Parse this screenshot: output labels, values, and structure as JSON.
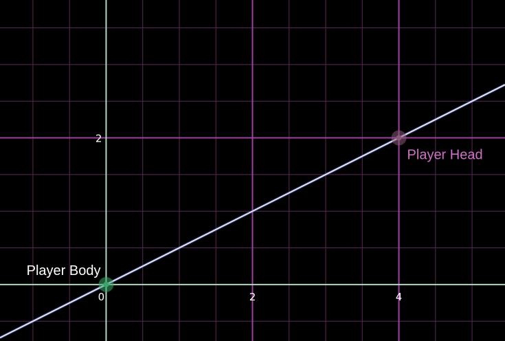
{
  "chart_data": {
    "type": "scatter",
    "title": "",
    "xlabel": "",
    "ylabel": "",
    "xlim": [
      -1.45,
      5.45
    ],
    "ylim": [
      -0.77,
      3.88
    ],
    "grid": true,
    "minor_grid_step": 0.5,
    "major_grid_step": 2,
    "x_ticks": [
      {
        "value": 0,
        "label": "0"
      },
      {
        "value": 2,
        "label": "2"
      },
      {
        "value": 4,
        "label": "4"
      }
    ],
    "y_ticks": [
      {
        "value": 2,
        "label": "2"
      }
    ],
    "series": [
      {
        "kind": "line",
        "through": [
          [
            0,
            0
          ],
          [
            4,
            2
          ]
        ],
        "color": "#e6e6ff"
      }
    ],
    "points": [
      {
        "x": 0,
        "y": 0,
        "label": "Player Body",
        "color": "#3aa66a",
        "label_color": "#ffffff",
        "label_side": "left"
      },
      {
        "x": 4,
        "y": 2,
        "label": "Player Head",
        "color": "#8a5a78",
        "label_color": "#d070c8",
        "label_side": "right"
      }
    ],
    "colors": {
      "background": "#000000",
      "minor_grid": "#5a2a55",
      "major_grid": "#a040a0",
      "axis": "#b0d8c0",
      "tick_label": "#ffffff"
    }
  }
}
